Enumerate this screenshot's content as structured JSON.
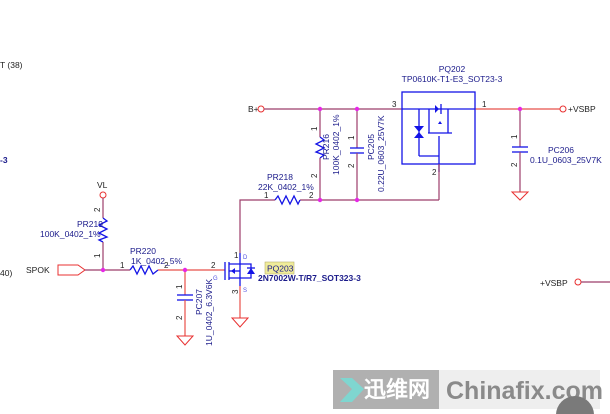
{
  "edge_labels": {
    "top_left": "T  (38)",
    "mid_left": "-3",
    "spok_ref": "40)"
  },
  "nets": {
    "bplus": "B+",
    "vsbp1": "+VSBP",
    "vsbp2": "+VSBP",
    "vl": "VL",
    "spok": "SPOK"
  },
  "components": {
    "pq202": {
      "ref": "PQ202",
      "value": "TP0610K-T1-E3_SOT23-3",
      "pins": [
        "3",
        "1",
        "2"
      ]
    },
    "pr216": {
      "ref": "PR216",
      "value": "100K_0402_1%",
      "pins": [
        "1",
        "2"
      ]
    },
    "pc205": {
      "ref": "PC205",
      "value": "0.22U_0603_25V7K",
      "pins": [
        "1",
        "2"
      ]
    },
    "pc206": {
      "ref": "PC206",
      "value": "0.1U_0603_25V7K",
      "pins": [
        "1",
        "2"
      ]
    },
    "pr218": {
      "ref": "PR218",
      "value": "22K_0402_1%",
      "pins": [
        "1",
        "2"
      ]
    },
    "pr219": {
      "ref": "PR219",
      "value": "100K_0402_1%",
      "pins": [
        "2",
        "1"
      ]
    },
    "pr220": {
      "ref": "PR220",
      "value": "1K_0402_5%",
      "pins": [
        "1",
        "2"
      ]
    },
    "pc207": {
      "ref": "PC207",
      "value": "1U_0402_6.3V6K",
      "pins": [
        "1",
        "2"
      ]
    },
    "pq203": {
      "ref": "PQ203",
      "value": "2N7002W-T/R7_SOT323-3",
      "pins": [
        "1",
        "2",
        "3"
      ],
      "pin_names": [
        "D",
        "G",
        "S"
      ]
    }
  },
  "watermark": {
    "cn": "迅维网",
    "en": "Chinafix.com"
  },
  "colors": {
    "wire": "#9c3d6a",
    "component": "#1414e6",
    "label": "#1a1a8a",
    "junction": "#e628e6",
    "port": "#e83030",
    "highlight": "#f0ec9a"
  }
}
